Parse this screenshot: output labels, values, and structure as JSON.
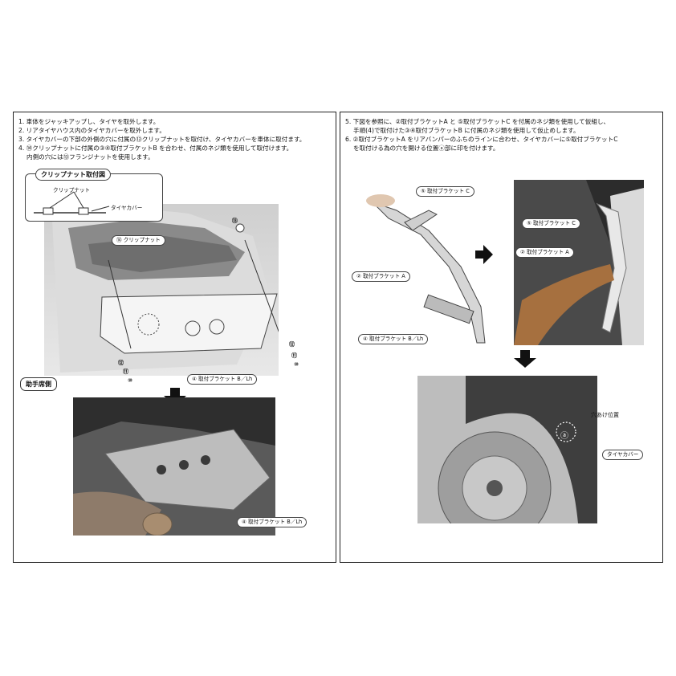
{
  "left": {
    "steps": [
      "1. 車体をジャッキアップし、タイヤを取外します。",
      "2. リアタイヤハウス内のタイヤカバーを取外します。",
      "3. タイヤカバーの下部の外側の穴に付属の⑬クリップナットを取付け、タイヤカバーを車体に取付ます。",
      "4. ⑭クリップナットに付属の③④取付ブラケットB を合わせ、付属のネジ類を使用して取付けます。",
      "内側の穴には⑬フランジナットを使用します。"
    ],
    "inset_title": "クリップナット取付図",
    "inset_label_clip": "クリップナット",
    "inset_label_cover": "タイヤカバー",
    "callout_clip": "⑭ クリップナット",
    "callout_bracket_b": "④ 取付ブラケット B／Lh",
    "passenger_badge": "助手席側",
    "callout_bracket_b2": "④ 取付ブラケット B／Lh",
    "num_13": "⑬",
    "num_12": "⑫",
    "num_11": "⑪",
    "num_10": "⑩",
    "num_12b": "⑫",
    "num_11b": "⑪",
    "num_10b": "⑩"
  },
  "right": {
    "steps": [
      "5. 下図を参照に、②取付ブラケットA と ⑤取付ブラケットC を付属のネジ類を使用して仮組し、",
      "手順(4)で取付けた③④取付ブラケットB に付属のネジ類を使用して仮止めします。",
      "6. ②取付ブラケットA をリアバンパーのふちのラインに合わせ、タイヤカバーに⑤取付ブラケットC",
      "を取付ける為の穴を開ける位置ⓐ部に印を付けます。"
    ],
    "callout_c": "⑤ 取付ブラケット C",
    "callout_a": "② 取付ブラケット A",
    "callout_b": "④ 取付ブラケット B／Lh",
    "callout_c2": "⑤ 取付ブラケット C",
    "callout_a2": "② 取付ブラケット A",
    "label_hole": "穴あけ位置",
    "label_a_mark": "ⓐ",
    "label_cover": "タイヤカバー"
  },
  "colors": {
    "border": "#222222",
    "photo_gray": "#9a9a9a",
    "dark": "#3a3a3a"
  }
}
